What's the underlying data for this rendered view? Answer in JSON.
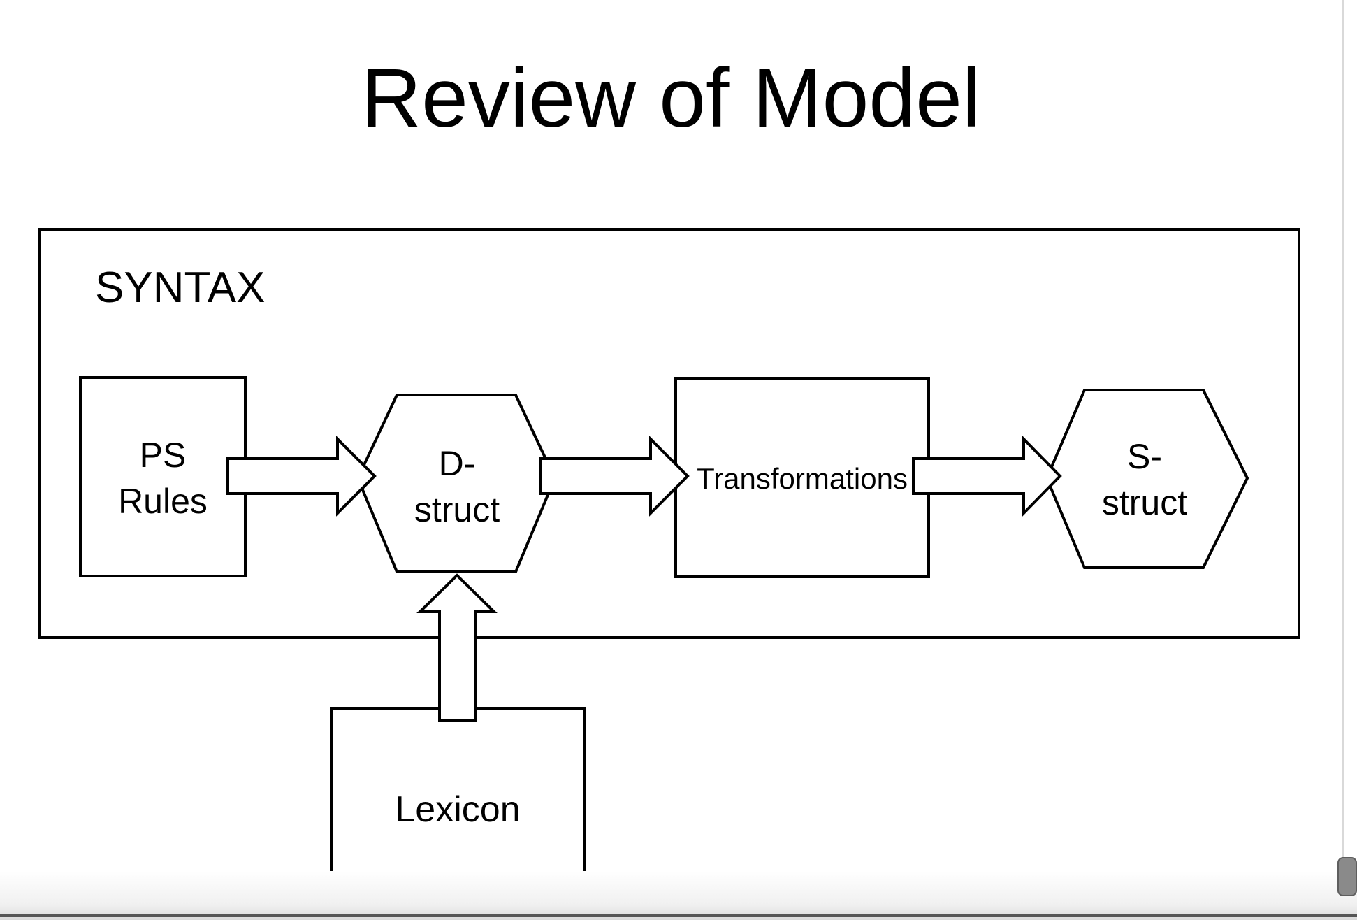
{
  "title": "Review of Model",
  "syntax_label": "SYNTAX",
  "nodes": {
    "ps_rules": {
      "line1": "PS",
      "line2": "Rules"
    },
    "d_struct": {
      "line1": "D-",
      "line2": "struct"
    },
    "transformations": {
      "label": "Transformations"
    },
    "s_struct": {
      "line1": "S-",
      "line2": "struct"
    },
    "lexicon": {
      "label": "Lexicon"
    }
  }
}
